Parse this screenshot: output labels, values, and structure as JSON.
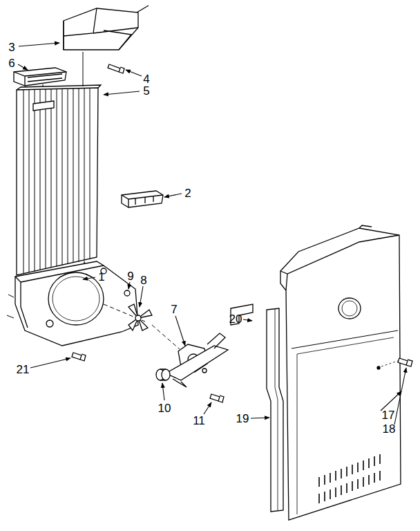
{
  "diagram": {
    "labels": [
      "3",
      "6",
      "4",
      "5",
      "2",
      "1",
      "9",
      "8",
      "7",
      "20",
      "17",
      "18",
      "21",
      "10",
      "11",
      "19"
    ]
  }
}
